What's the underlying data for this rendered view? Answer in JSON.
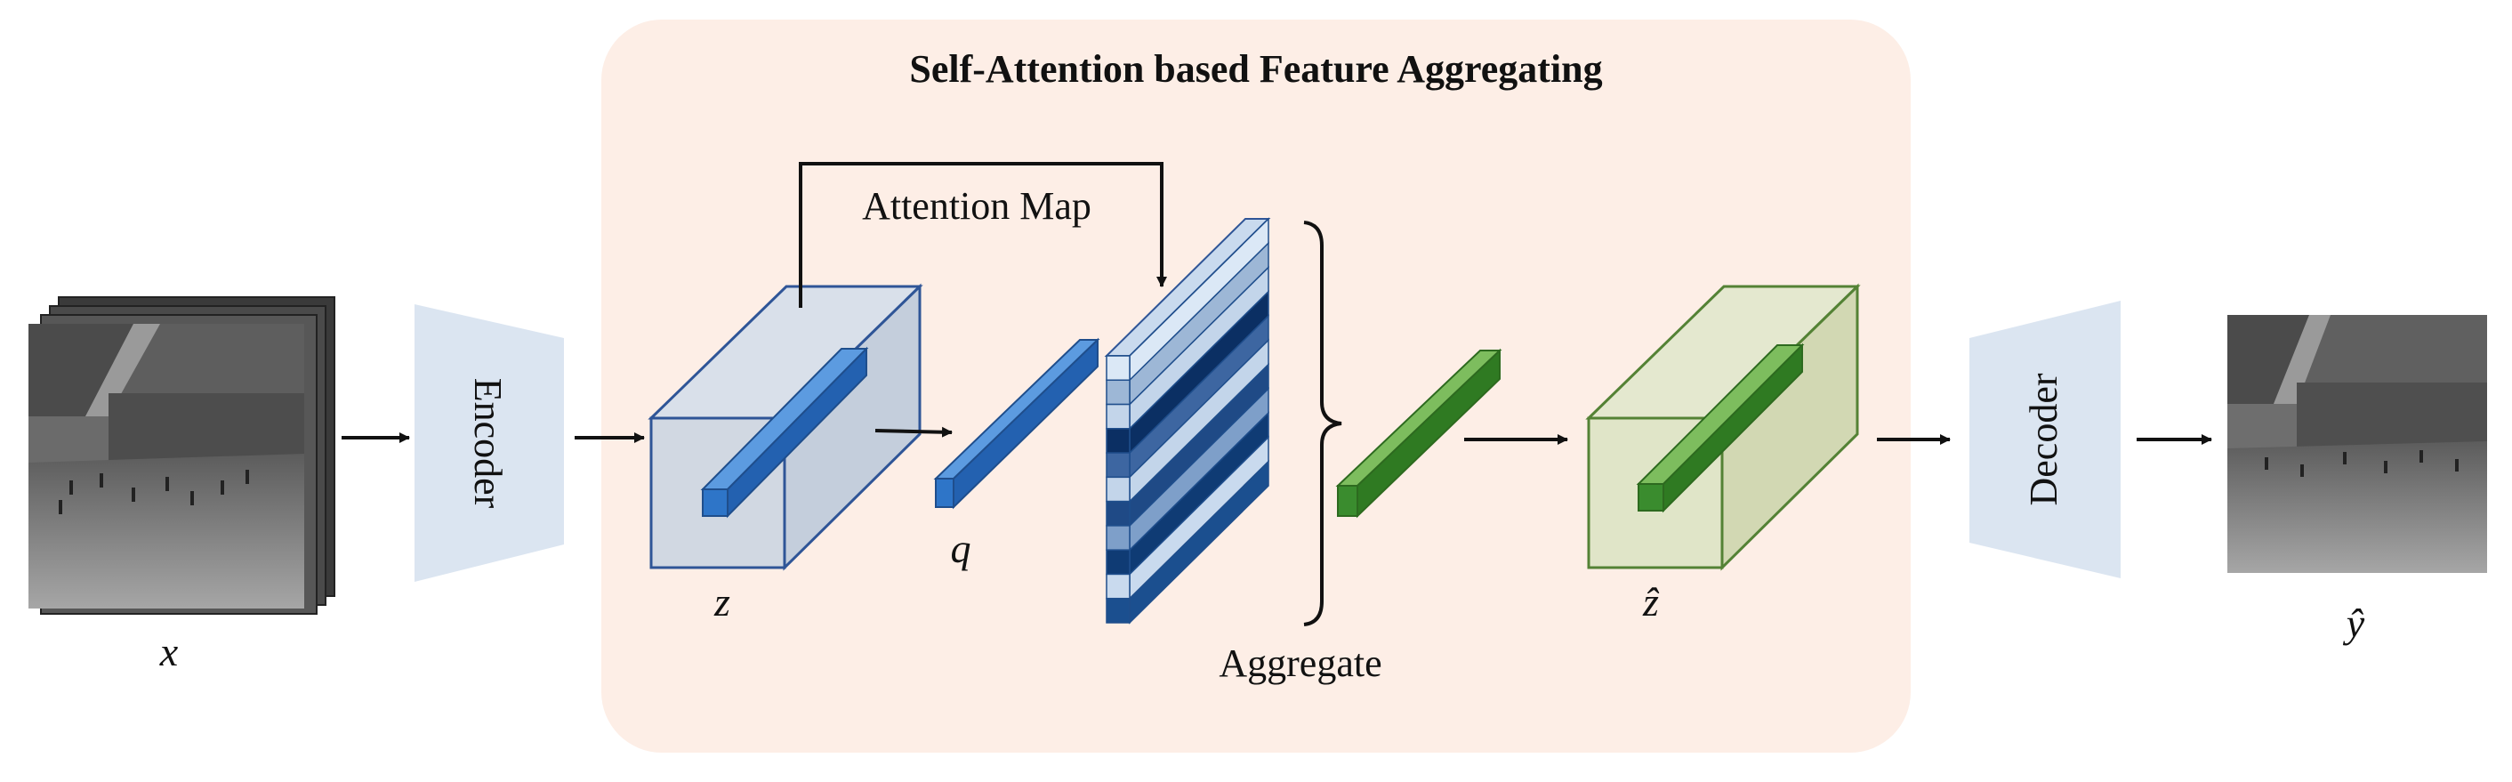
{
  "title": "Self-Attention based Feature Aggregating",
  "labels": {
    "attention_map": "Attention Map",
    "aggregate": "Aggregate",
    "encoder": "Encoder",
    "decoder": "Decoder",
    "x": "x",
    "z": "z",
    "q": "q",
    "z_hat": "ẑ",
    "y_hat": "ŷ"
  },
  "colors": {
    "panel_bg": "#fdeee6",
    "codec_fill": "#dbe5f1",
    "blue_cube_face": "#c9d3e0",
    "blue_edge": "#2f5597",
    "blue_bar": "#2e75c8",
    "green_cube_face": "#dde3c4",
    "green_edge": "#548235",
    "green_bar": "#3a8c2e",
    "arrow": "#111111"
  },
  "icons": {
    "input_frames": "grayscale-video-frames-icon",
    "output_frame": "grayscale-video-frame-icon"
  },
  "attention_stripes": [
    "#dbe8f6",
    "#9db7d6",
    "#c3d5ea",
    "#0b2f63",
    "#3d66a1",
    "#c3d5ea",
    "#1f4a86",
    "#7e9fc9",
    "#0f3b74",
    "#c9daee",
    "#1b4f8f"
  ]
}
